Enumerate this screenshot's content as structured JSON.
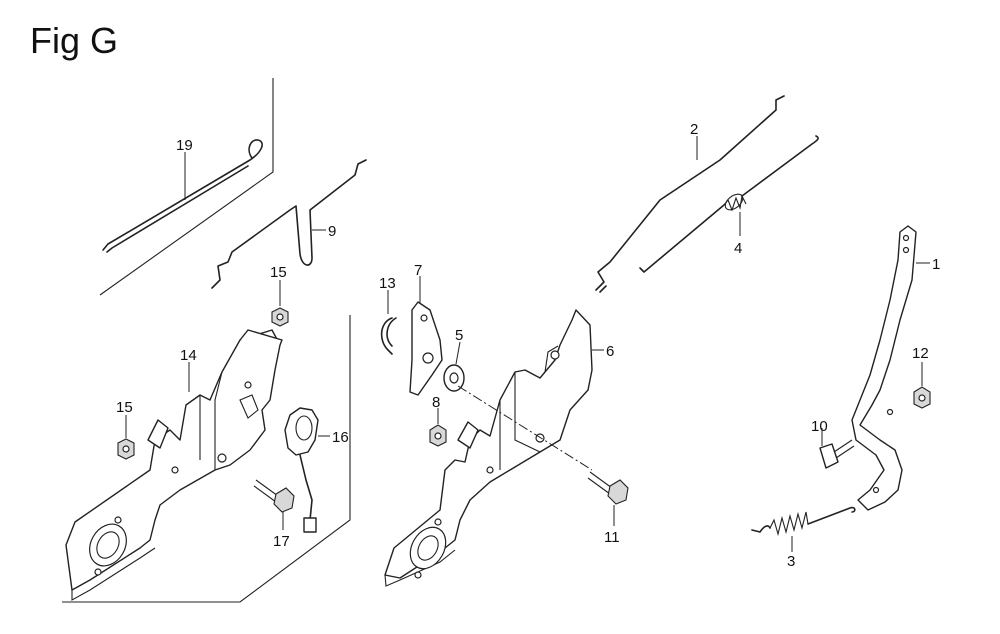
{
  "figure": {
    "title": "Fig G"
  },
  "callouts": {
    "c1": "1",
    "c2": "2",
    "c3": "3",
    "c4": "4",
    "c5": "5",
    "c6": "6",
    "c7": "7",
    "c8": "8",
    "c9": "9",
    "c10": "10",
    "c11": "11",
    "c12": "12",
    "c13": "13",
    "c14": "14",
    "c15a": "15",
    "c15b": "15",
    "c16": "16",
    "c17": "17",
    "c19": "19"
  }
}
